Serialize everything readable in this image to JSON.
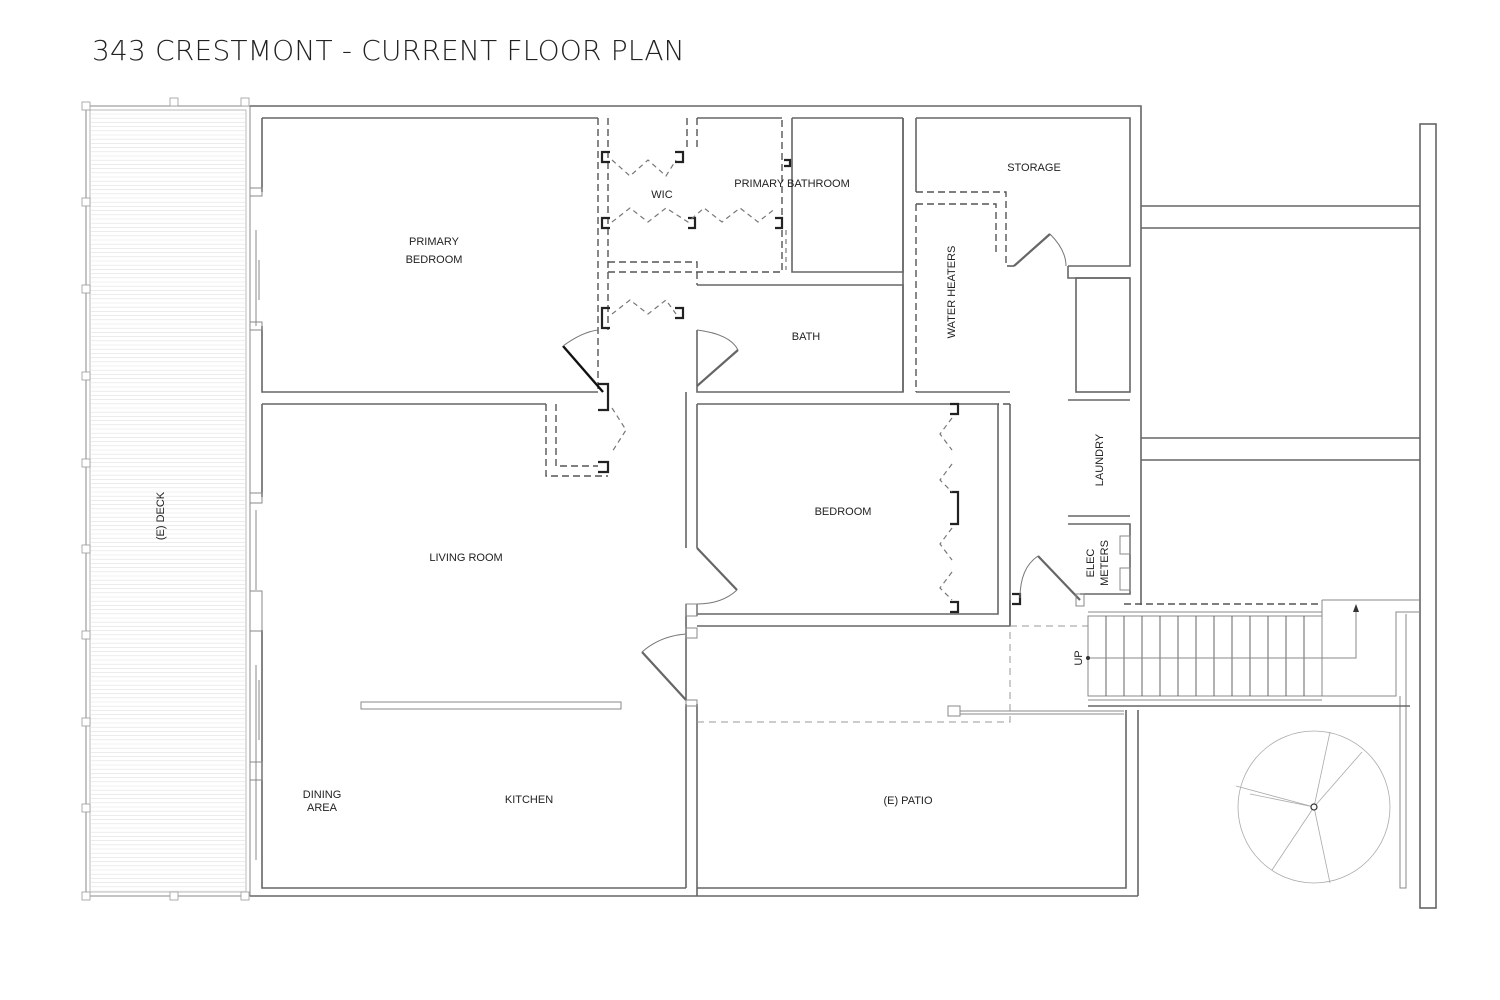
{
  "title": "343 CRESTMONT - CURRENT FLOOR PLAN",
  "rooms": {
    "primary_bedroom_1": "PRIMARY",
    "primary_bedroom_2": "BEDROOM",
    "wic": "WIC",
    "primary_bathroom": "PRIMARY BATHROOM",
    "storage": "STORAGE",
    "water_heaters": "WATER HEATERS",
    "bath": "BATH",
    "bedroom": "BEDROOM",
    "laundry": "LAUNDRY",
    "elec_1": "ELEC",
    "elec_2": "METERS",
    "living_room": "LIVING ROOM",
    "deck": "(E) DECK",
    "up": "UP",
    "dining_1": "DINING",
    "dining_2": "AREA",
    "kitchen": "KITCHEN",
    "patio": "(E) PATIO"
  }
}
